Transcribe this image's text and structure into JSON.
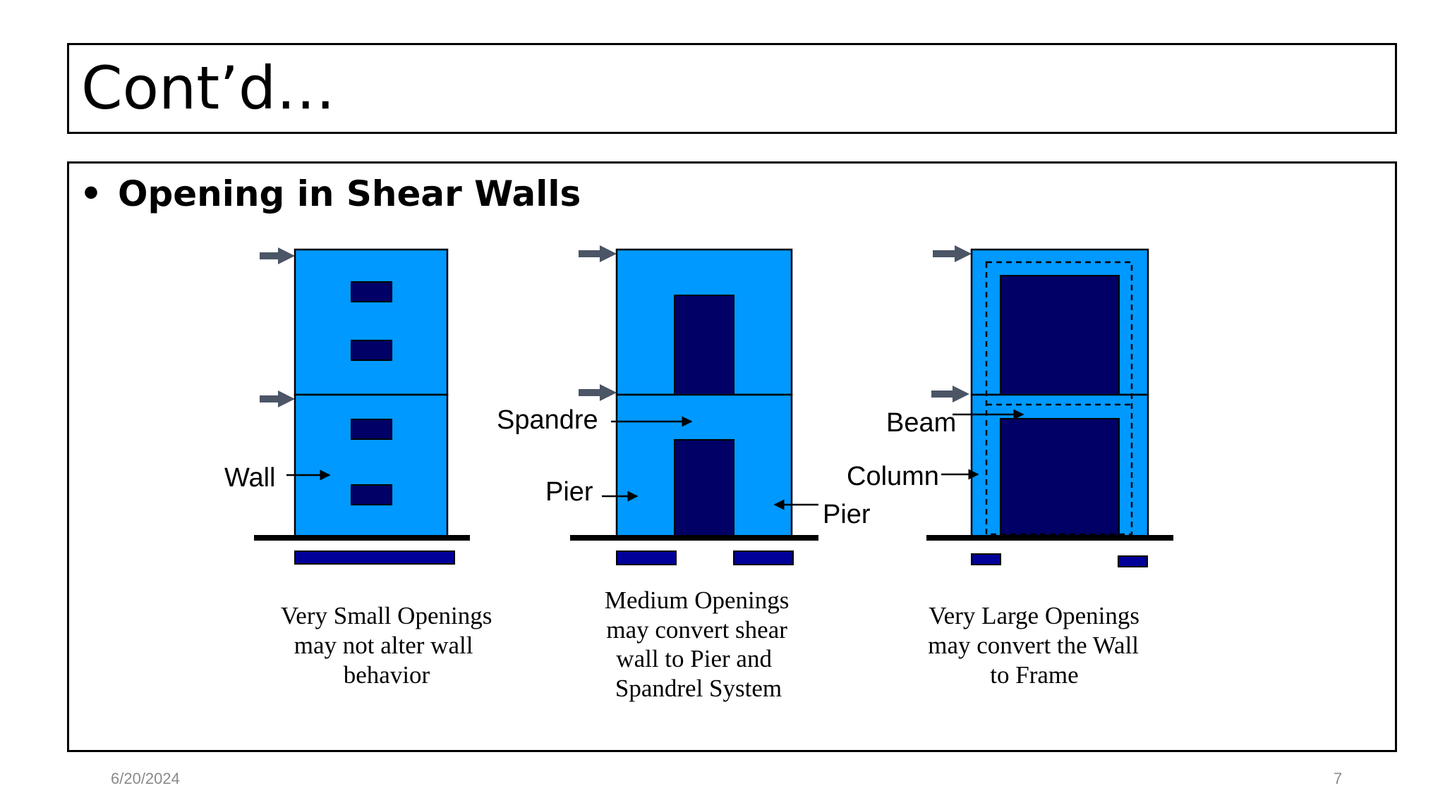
{
  "slide": {
    "title": "Cont’d…",
    "bullet": "Opening in Shear Walls",
    "date": "6/20/2024",
    "page_number": "7"
  },
  "colors": {
    "wall_fill": "#0099ff",
    "opening_fill": "#000066",
    "footing_fill": "#000099",
    "load_arrow": "#4b5566"
  },
  "diagram": {
    "panels": [
      {
        "labels": {
          "wall": "Wall"
        },
        "caption": [
          "Very Small Openings",
          "may not alter wall",
          "behavior"
        ]
      },
      {
        "labels": {
          "spandrel": "Spandre",
          "pier_left": "Pier",
          "pier_right": "Pier"
        },
        "caption": [
          "Medium Openings",
          "may convert shear",
          "wall to Pier and",
          "Spandrel System"
        ]
      },
      {
        "labels": {
          "beam": "Beam",
          "column": "Column"
        },
        "caption": [
          "Very Large Openings",
          "may convert the Wall",
          "to Frame"
        ]
      }
    ]
  }
}
